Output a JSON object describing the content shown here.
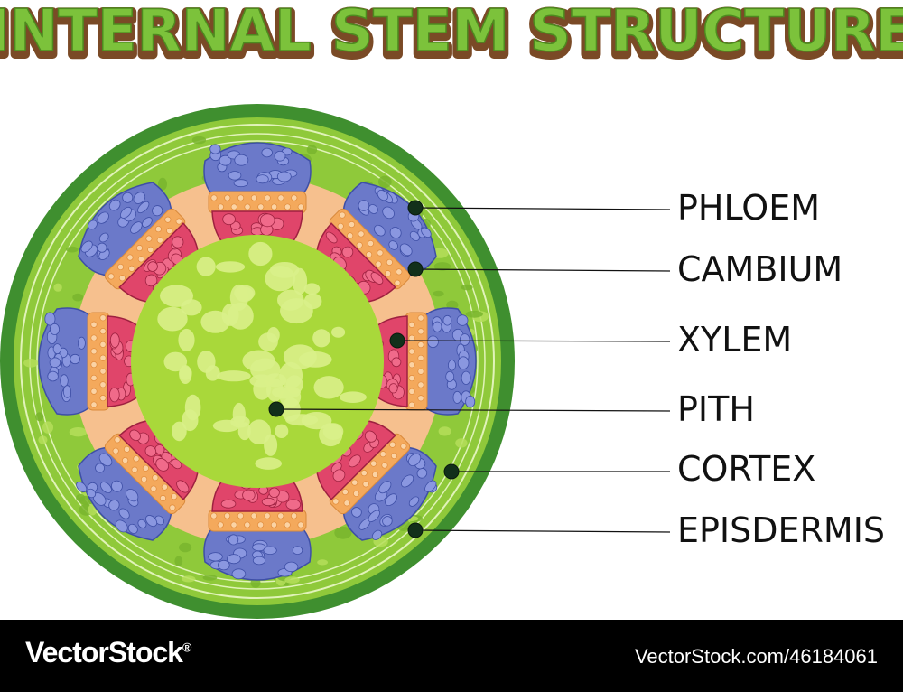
{
  "title": "INTERNAL STEM STRUCTURE",
  "colors": {
    "epidermis": "#3f8f2f",
    "cortex": "#8fc93a",
    "cortex_light": "#b5de5a",
    "cambium": "#f6c08e",
    "phloem": "#6b79c9",
    "xylem": "#e0456a",
    "pith": "#a9d83a",
    "pith_cell": "#d9f08a",
    "title_fill": "#7cc23b",
    "title_outline": "#7a4a26"
  },
  "labels": [
    {
      "id": "phloem",
      "text": "PHLOEM"
    },
    {
      "id": "cambium",
      "text": "CAMBIUM"
    },
    {
      "id": "xylem",
      "text": "XYLEM"
    },
    {
      "id": "pith",
      "text": "PITH"
    },
    {
      "id": "cortex",
      "text": "CORTEX"
    },
    {
      "id": "epidermis",
      "text": "EPISDERMIS"
    }
  ],
  "footer": {
    "brand": "VectorStock",
    "brand_mark": "®",
    "url": "VectorStock.com/46184061"
  }
}
